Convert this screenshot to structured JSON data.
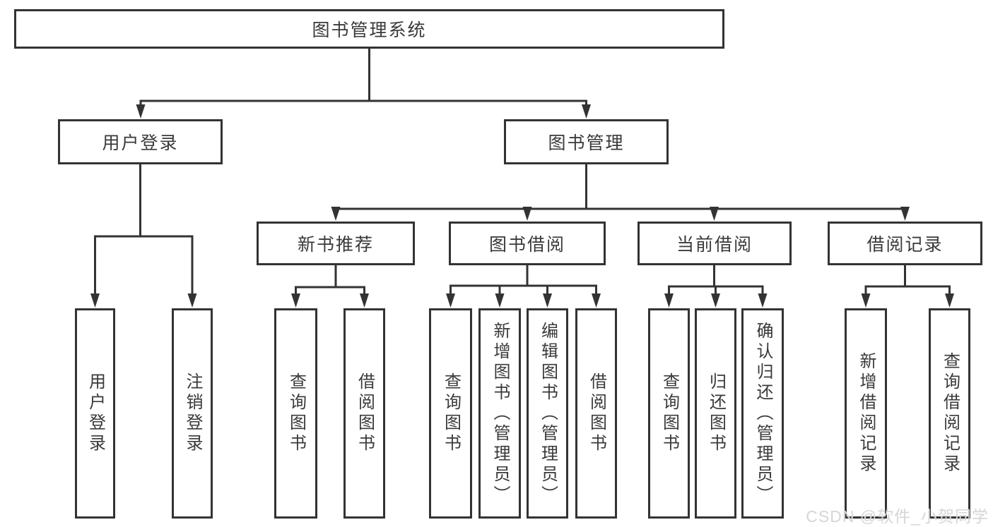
{
  "diagram": {
    "root": {
      "label": "图书管理系统"
    },
    "level2": [
      {
        "label": "用户登录"
      },
      {
        "label": "图书管理"
      }
    ],
    "level3": [
      {
        "label": "新书推荐",
        "parent": "图书管理"
      },
      {
        "label": "图书借阅",
        "parent": "图书管理"
      },
      {
        "label": "当前借阅",
        "parent": "图书管理"
      },
      {
        "label": "借阅记录",
        "parent": "图书管理"
      }
    ],
    "leaves": [
      {
        "label": "用户登录",
        "parent": "用户登录"
      },
      {
        "label": "注销登录",
        "parent": "用户登录"
      },
      {
        "label": "查询图书",
        "parent": "新书推荐"
      },
      {
        "label": "借阅图书",
        "parent": "新书推荐"
      },
      {
        "label": "查询图书",
        "parent": "图书借阅"
      },
      {
        "label": "新增图书（管理员）",
        "parent": "图书借阅"
      },
      {
        "label": "编辑图书（管理员）",
        "parent": "图书借阅"
      },
      {
        "label": "借阅图书",
        "parent": "图书借阅"
      },
      {
        "label": "查询图书",
        "parent": "当前借阅"
      },
      {
        "label": "归还图书",
        "parent": "当前借阅"
      },
      {
        "label": "确认归还（管理员）",
        "parent": "当前借阅"
      },
      {
        "label": "新增借阅记录",
        "parent": "借阅记录"
      },
      {
        "label": "查询借阅记录",
        "parent": "借阅记录"
      }
    ]
  },
  "watermark": {
    "text": "CSDN @软件_小贺同学"
  },
  "colors": {
    "line": "#333333",
    "node_border": "#333333",
    "node_text": "#3a3a3a",
    "background": "#ffffff",
    "watermark": "#d6d6d6"
  }
}
